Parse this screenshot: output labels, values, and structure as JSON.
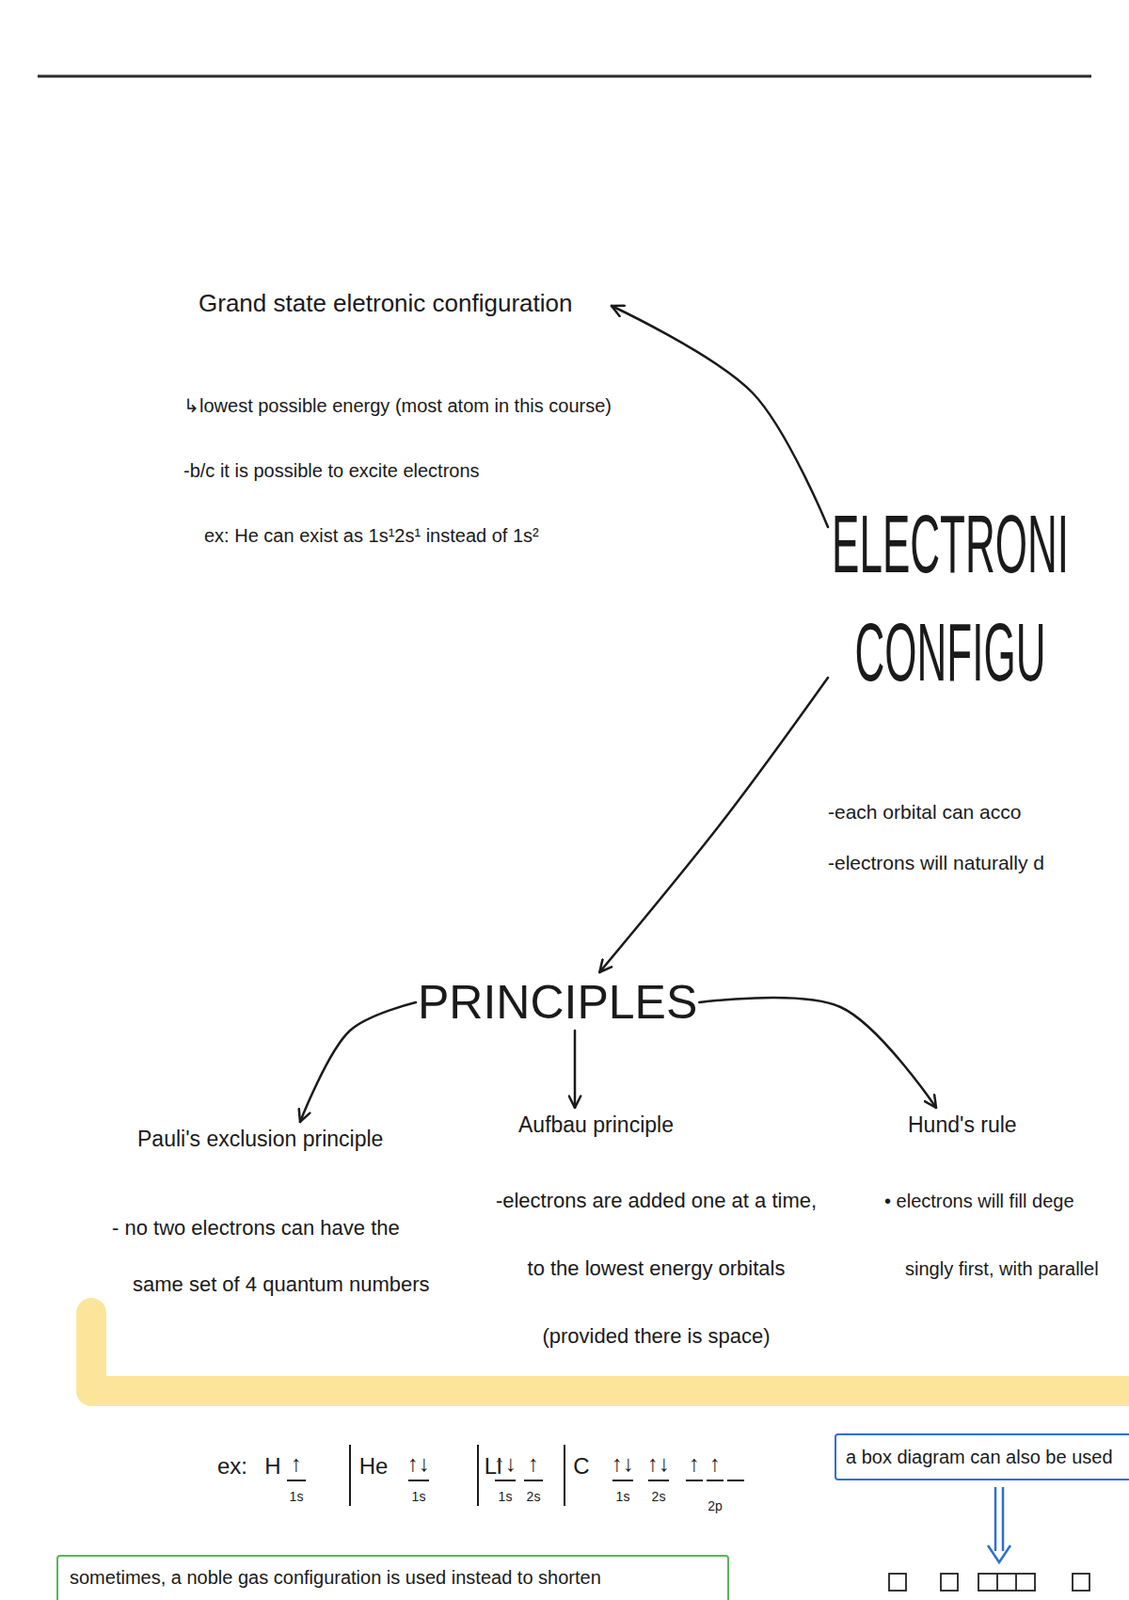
{
  "diagram": {
    "nodes": [
      {
        "text": [
          "ELECTRONI CONFIGU",
          "-each orbital can acco",
          "-electrons will naturally d"
        ]
      },
      {
        "text": [
          "Grand state eletronic configuration",
          "↳lowest possible energy (most atom in this course)",
          "-b/c it is possible to excite electrons",
          "ex: He can exist as 1s¹2s¹ instead of 1s²"
        ]
      },
      {
        "text": [
          "PRINCIPLES"
        ]
      },
      {
        "text": [
          "Pauli's exclusion principle",
          "- no two electrons can have the same set of 4 quantum numbers"
        ]
      },
      {
        "text": [
          "Aufbau principle",
          "-electrons are added one at a time, to the lowest energy orbitals (provided there is space)"
        ]
      },
      {
        "text": [
          "Hund's rule",
          "• electrons will fill dege singly first, with parallel"
        ]
      },
      {
        "text": [
          "a box diagram can also be used"
        ]
      },
      {
        "text": [
          "sometimes, a noble gas configuration is used instead to shorten"
        ]
      }
    ],
    "edges": [
      {
        "from": 0,
        "to": 1,
        "arrow": "to"
      },
      {
        "from": 0,
        "to": 2,
        "arrow": "to"
      },
      {
        "from": 2,
        "to": 3,
        "arrow": "to"
      },
      {
        "from": 2,
        "to": 4,
        "arrow": "to"
      },
      {
        "from": 2,
        "to": 5,
        "arrow": "to"
      }
    ],
    "labels": [
      "ex:",
      "H",
      "↑",
      "1s",
      "He",
      "↑↓",
      "1s",
      "Li",
      "↑↓",
      "↑",
      "1s",
      "2s",
      "C",
      "↑↓",
      "↑↓",
      "↑",
      "↑",
      "1s",
      "2s",
      "2p"
    ]
  }
}
